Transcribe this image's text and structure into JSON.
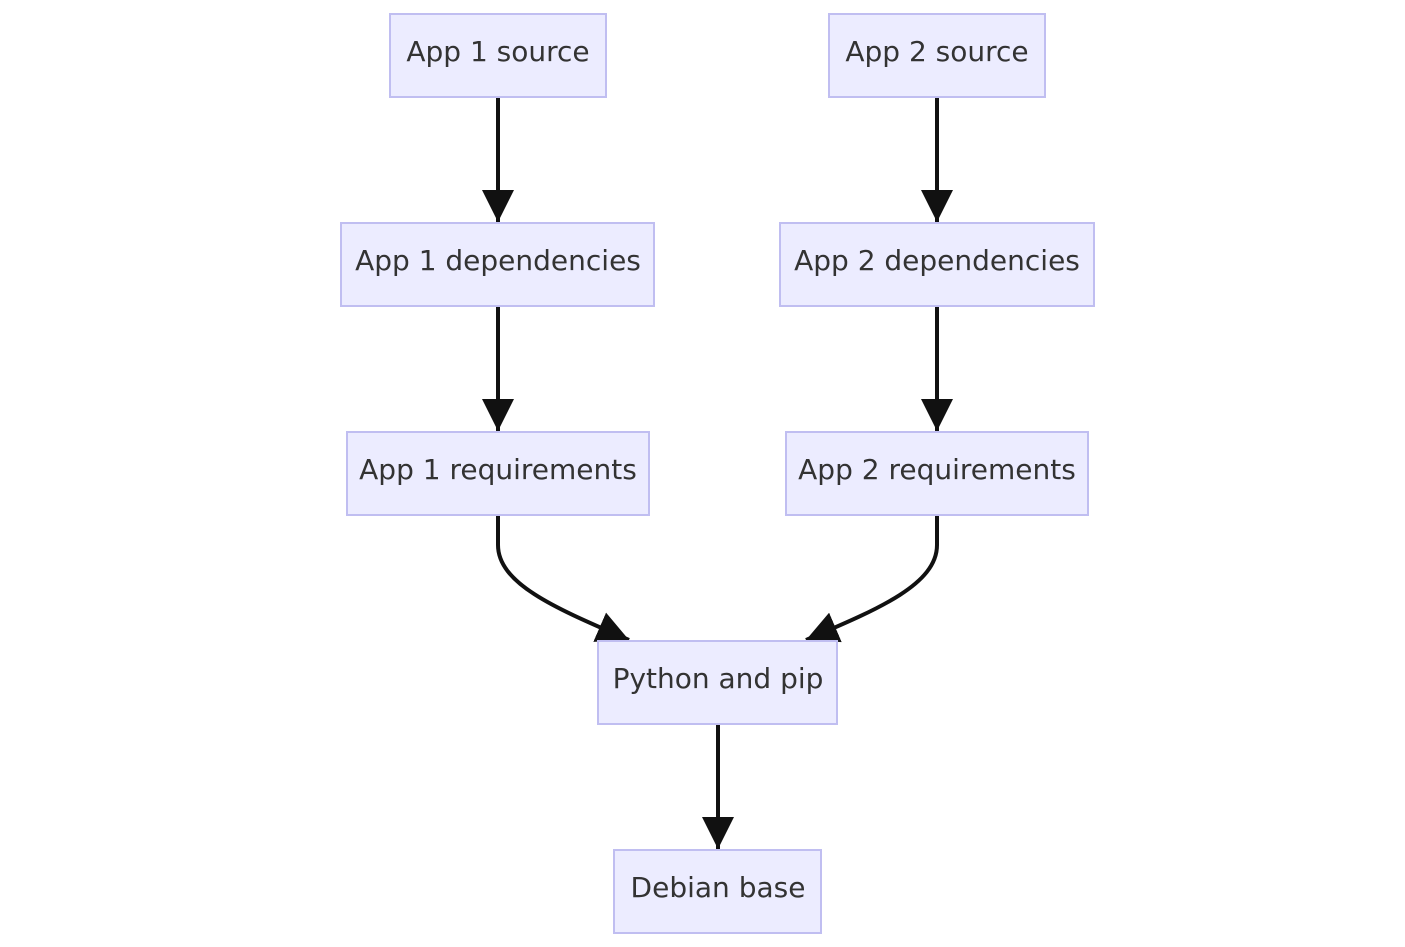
{
  "diagram": {
    "type": "flowchart",
    "colors": {
      "node_fill": "#ECECFF",
      "node_border": "#C0BEF1",
      "edge": "#111111",
      "text": "#333333"
    },
    "nodes": {
      "app1_source": "App 1 source",
      "app2_source": "App 2 source",
      "app1_dependencies": "App 1 dependencies",
      "app2_dependencies": "App 2 dependencies",
      "app1_requirements": "App 1 requirements",
      "app2_requirements": "App 2 requirements",
      "python_pip": "Python and pip",
      "debian_base": "Debian base"
    },
    "edges": [
      {
        "from": "app1_source",
        "to": "app1_dependencies"
      },
      {
        "from": "app2_source",
        "to": "app2_dependencies"
      },
      {
        "from": "app1_dependencies",
        "to": "app1_requirements"
      },
      {
        "from": "app2_dependencies",
        "to": "app2_requirements"
      },
      {
        "from": "app1_requirements",
        "to": "python_pip"
      },
      {
        "from": "app2_requirements",
        "to": "python_pip"
      },
      {
        "from": "python_pip",
        "to": "debian_base"
      }
    ]
  }
}
